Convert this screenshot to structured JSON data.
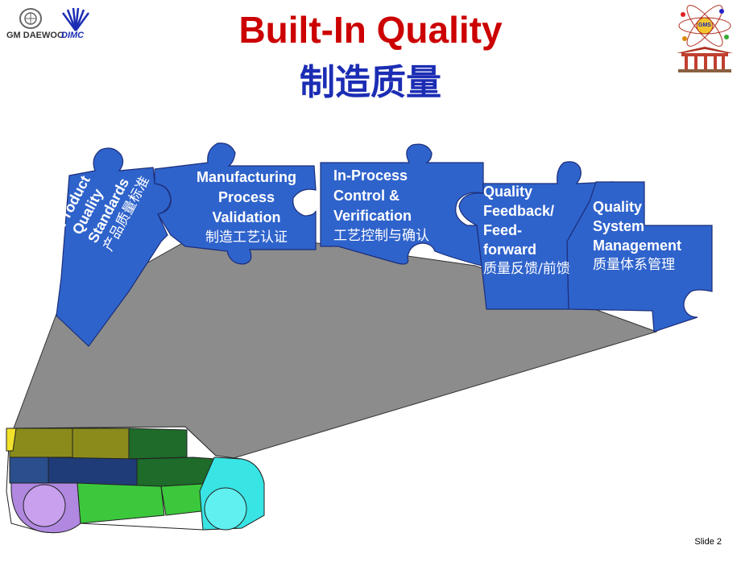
{
  "header": {
    "title_en": "Built-In Quality",
    "title_zh": "制造质量"
  },
  "logos": {
    "left_brand_1": "GM DAEWOO",
    "left_brand_2": "DIMC",
    "right_emblem": "GMS"
  },
  "pieces": [
    {
      "line1": "Product",
      "line2": "Quality",
      "line3": "Standards",
      "zh": "产品质量标准"
    },
    {
      "line1": "Manufacturing",
      "line2": "Process",
      "line3": "Validation",
      "zh": "制造工艺认证"
    },
    {
      "line1": "In-Process",
      "line2": "Control &",
      "line3": "Verification",
      "zh": "工艺控制与确认"
    },
    {
      "line1": "Quality",
      "line2": "Feedback/",
      "line3": "Feed-",
      "line4": "forward",
      "zh": "质量反馈/前馈"
    },
    {
      "line1": "Quality",
      "line2": "System",
      "line3": "Management",
      "zh": "质量体系管理"
    }
  ],
  "colors": {
    "title_red": "#cc0000",
    "title_blue": "#1c2db4",
    "puzzle_blue": "#2f63cc",
    "shadow_gray": "#8c8c8c"
  },
  "footer": {
    "slide": "Slide 2"
  }
}
